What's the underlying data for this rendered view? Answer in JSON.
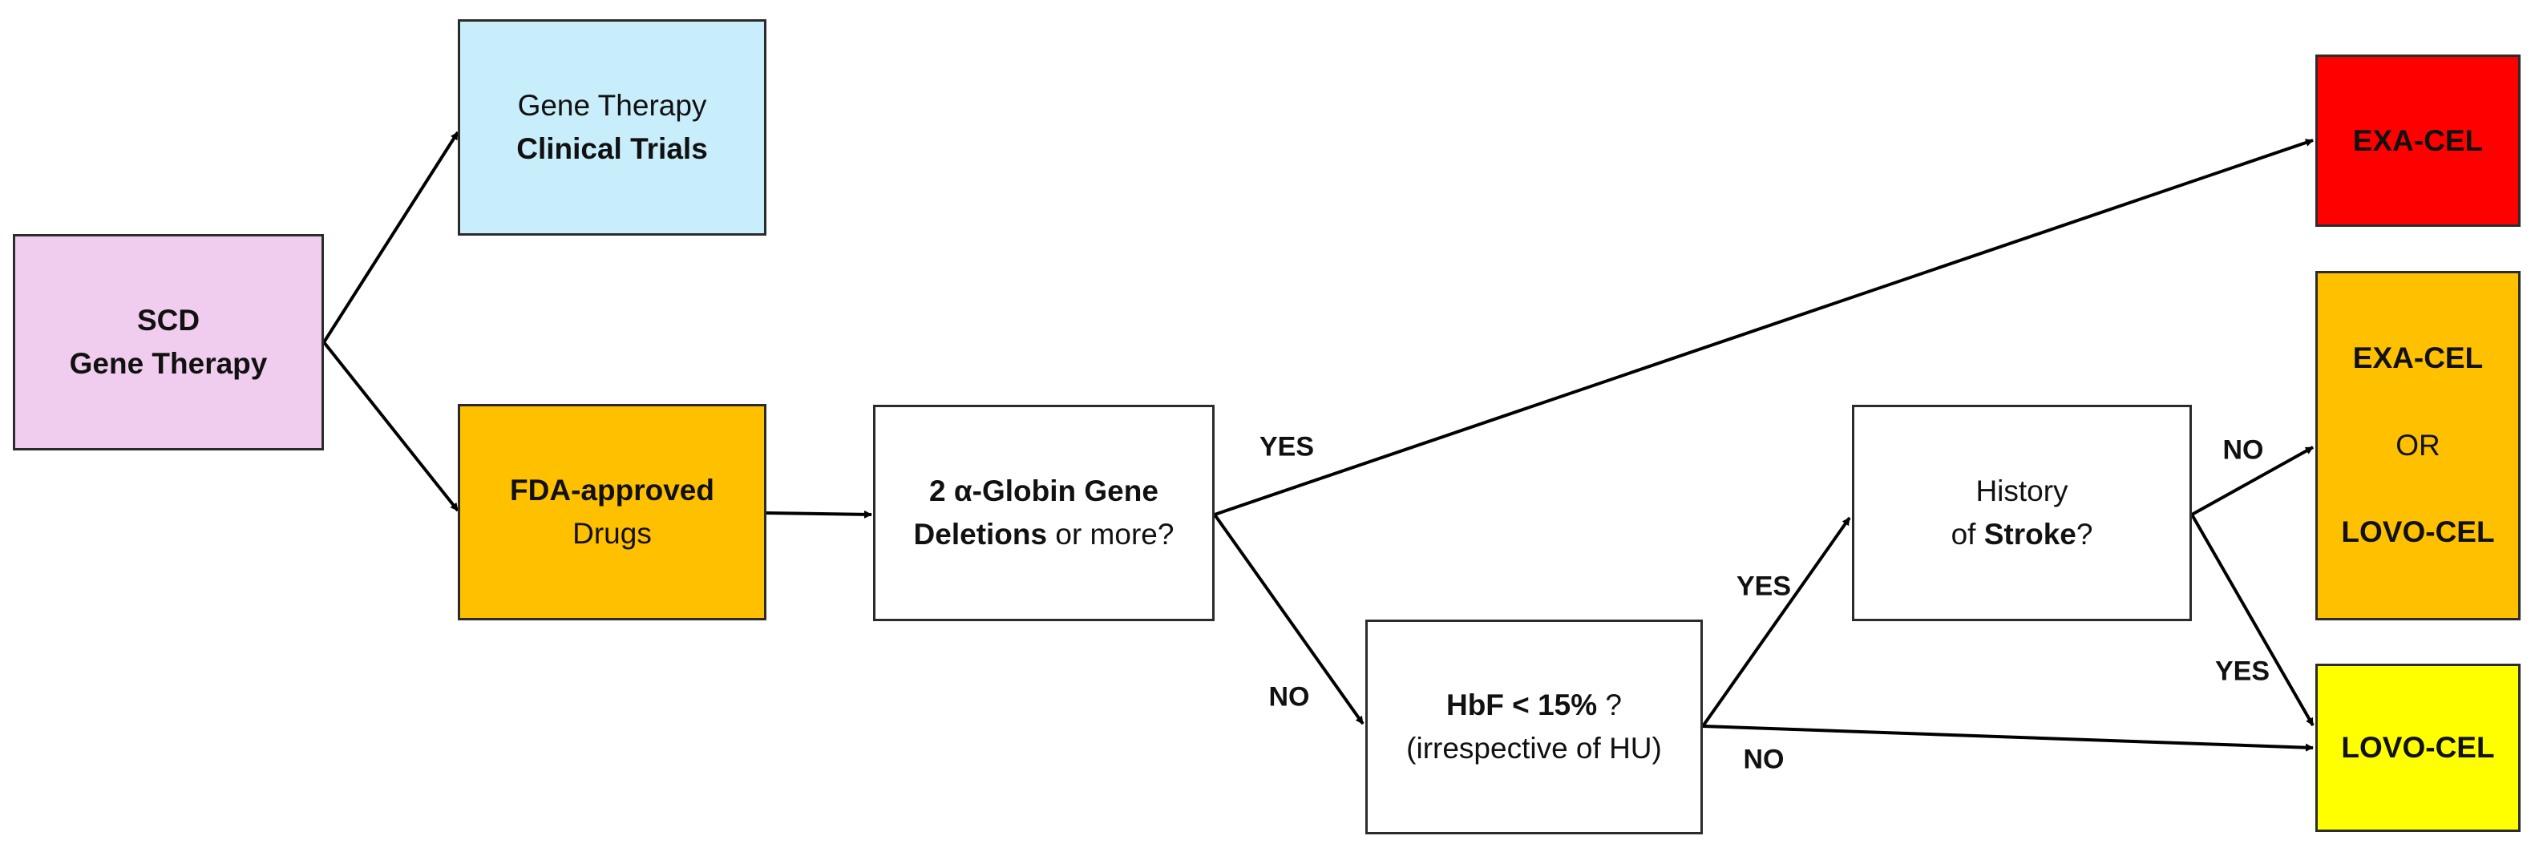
{
  "nodes": {
    "scd": {
      "line1": "SCD",
      "line2": "Gene Therapy",
      "color": "#F0CDEE"
    },
    "trials": {
      "line1": "Gene Therapy",
      "line2": "Clinical Trials",
      "color": "#C9EEFB"
    },
    "fda": {
      "line1": "FDA-approved",
      "line2": "Drugs",
      "color": "#FFC000"
    },
    "globin": {
      "line1": "2 α-Globin Gene",
      "line2_bold": "Deletions",
      "line2_rest": " or more?",
      "color": "#FFFFFF"
    },
    "hbf": {
      "line1_bold": "HbF < 15%",
      "line1_rest": " ?",
      "line2": "(irrespective of HU)",
      "color": "#FFFFFF"
    },
    "stroke": {
      "line1": "History",
      "line2_pre": "of ",
      "line2_bold": "Stroke",
      "line2_post": "?",
      "color": "#FFFFFF"
    },
    "exacel_red": {
      "label": "EXA-CEL",
      "color": "#FF0000"
    },
    "exa_or_lovo": {
      "line1": "EXA-CEL",
      "line2": "OR",
      "line3": "LOVO-CEL",
      "color": "#FFC000"
    },
    "lovocel": {
      "label": "LOVO-CEL",
      "color": "#FFFF00"
    }
  },
  "edge_labels": {
    "globin_yes": "YES",
    "globin_no": "NO",
    "hbf_yes": "YES",
    "hbf_no": "NO",
    "stroke_no": "NO",
    "stroke_yes": "YES"
  }
}
